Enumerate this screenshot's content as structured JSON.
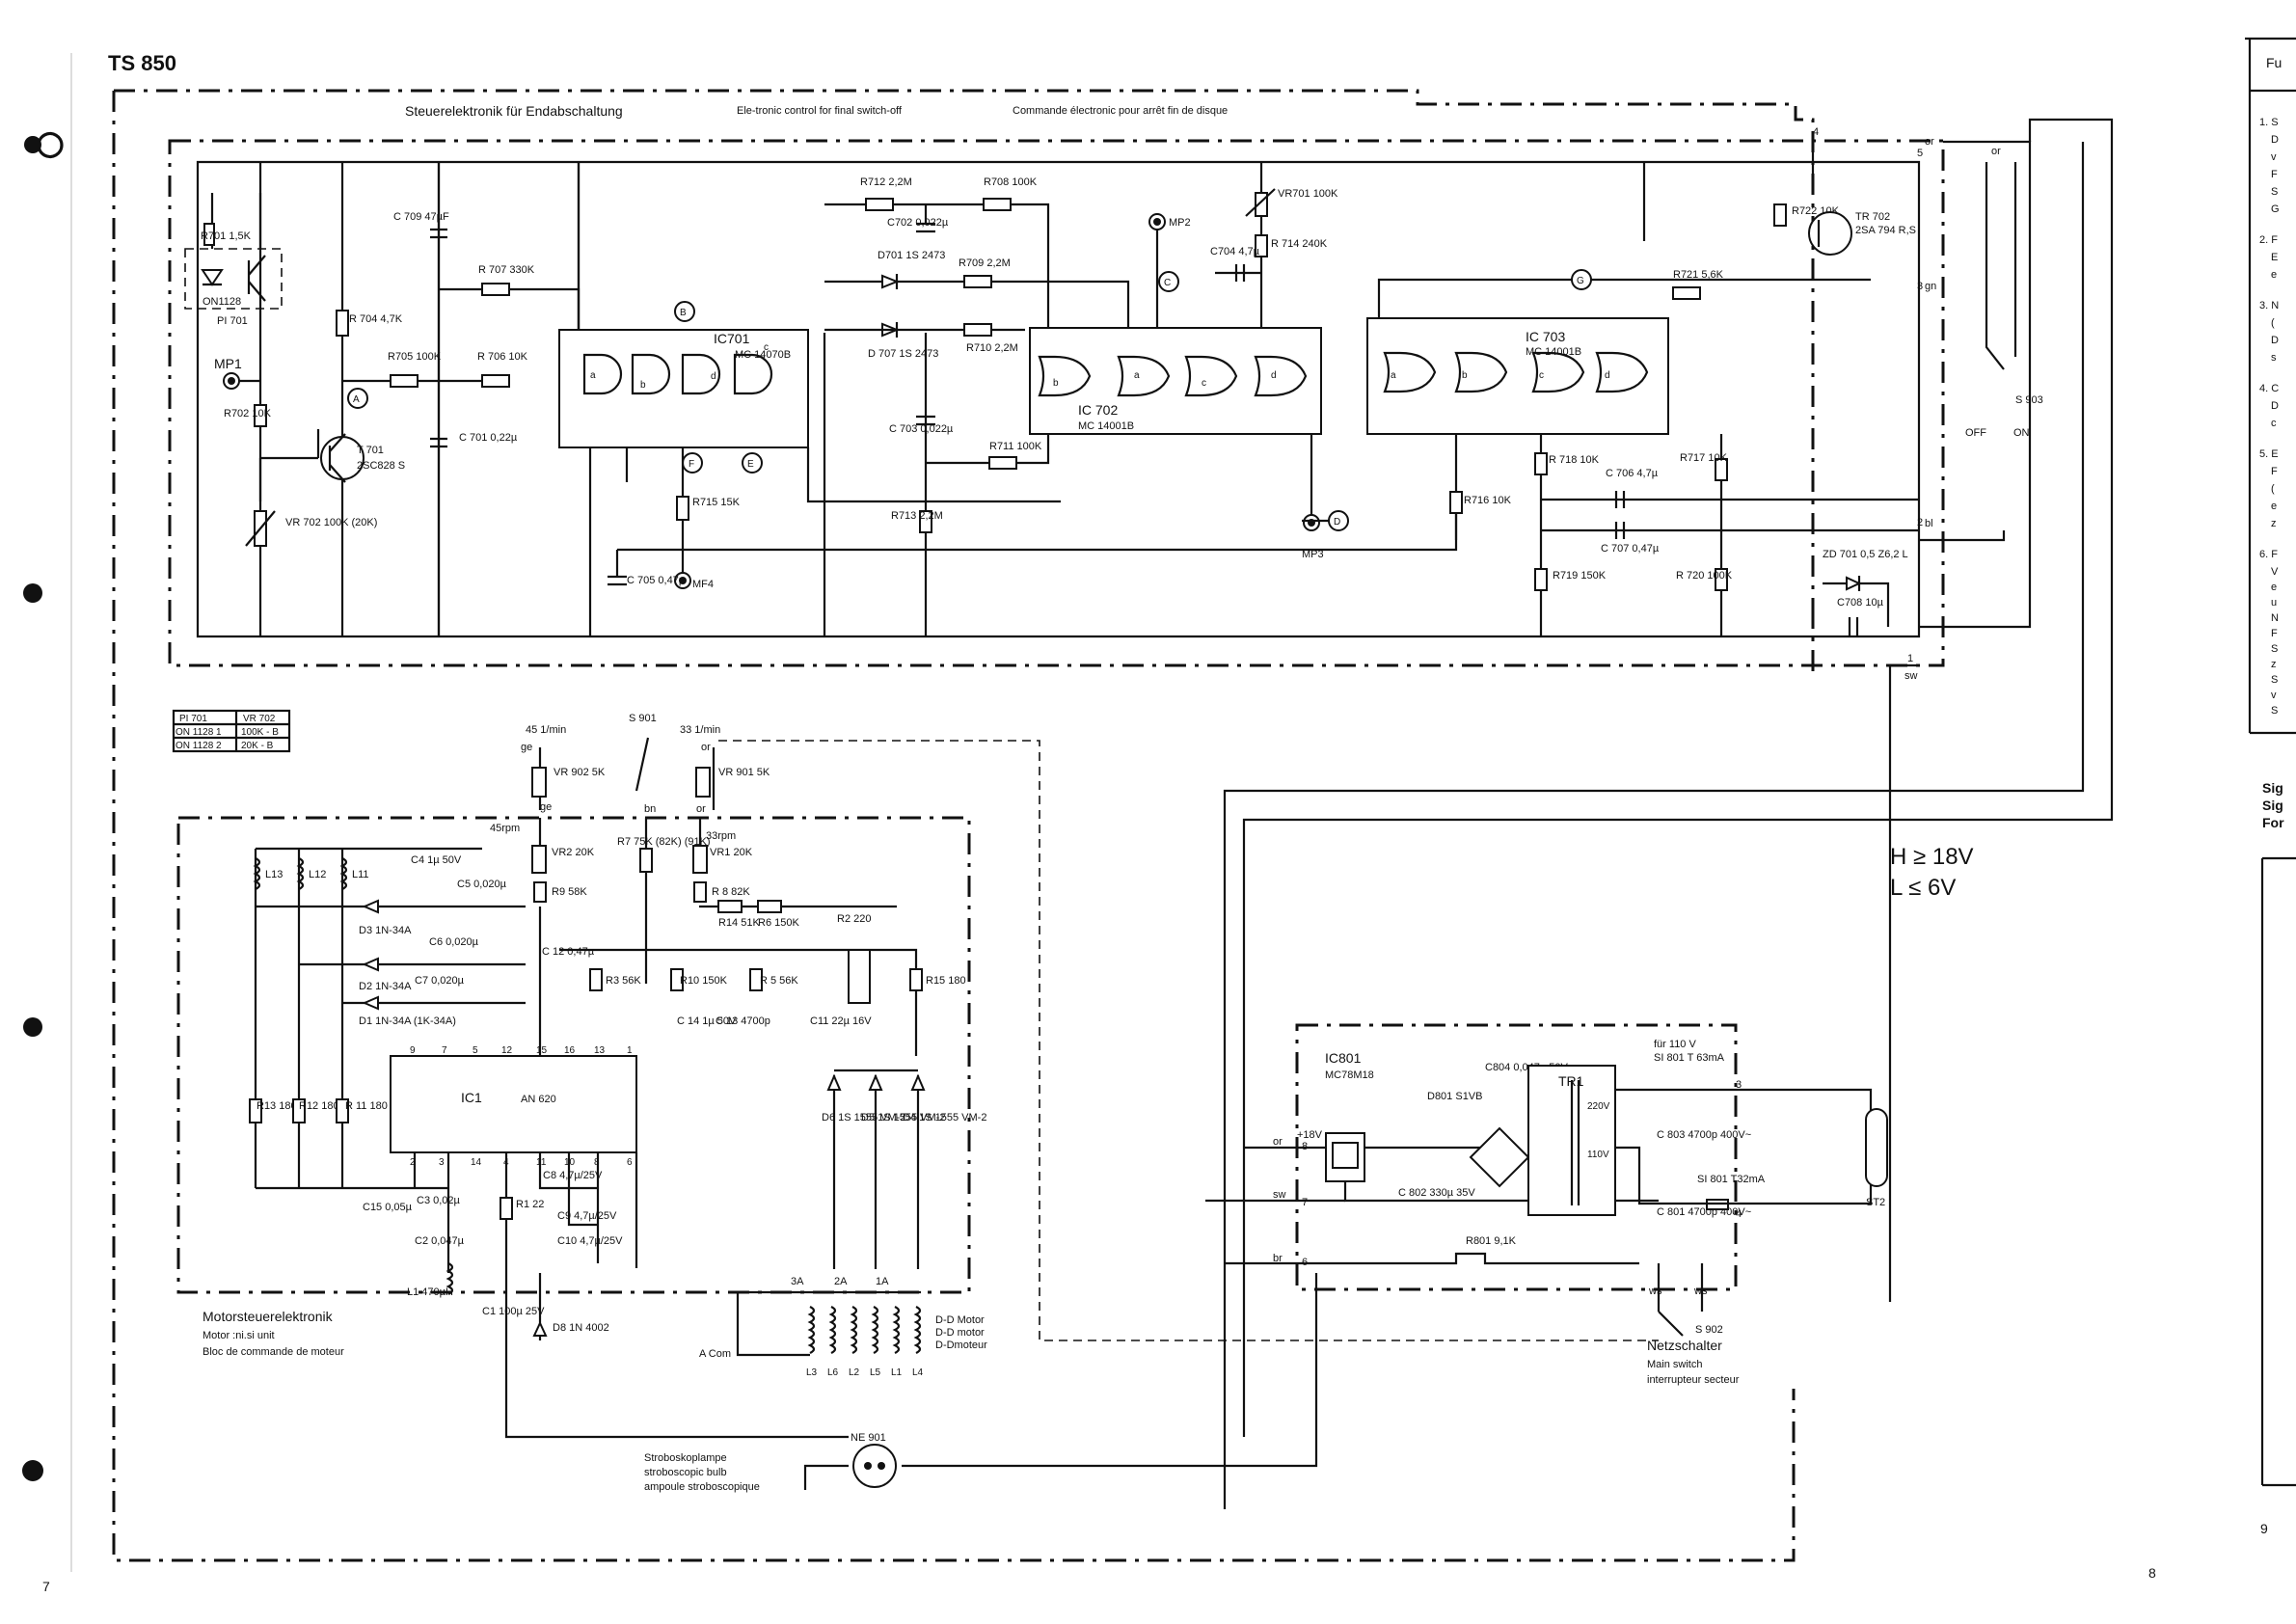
{
  "header": {
    "model": "TS 850",
    "final_switch_off_title_de": "Steuerelektronik für Endabschaltung",
    "final_switch_off_title_en": "Ele-tronic control for final switch-off",
    "final_switch_off_title_fr": "Commande électronic pour arrêt fin de disque"
  },
  "voltage_note": {
    "high": "H ≥ 18V",
    "low": "L ≤ 6V"
  },
  "motor_unit": {
    "title_de": "Motorsteuerelektronik",
    "title_en": "Motor  :ni.si unit",
    "title_fr": "Bloc de commande de moteur"
  },
  "strobe": {
    "ref": "NE 901",
    "label_de": "Stroboskoplampe",
    "label_en": "stroboscopic bulb",
    "label_fr": "ampoule stroboscopique"
  },
  "main_switch": {
    "ref": "S 902",
    "label_de": "Netzschalter",
    "label_en": "Main switch",
    "label_fr": "interrupteur secteur"
  },
  "lookup_table": {
    "headers": [
      "PI 701",
      "VR 702"
    ],
    "rows": [
      [
        "ON 1128 1",
        "100K - B"
      ],
      [
        "ON 1128 2",
        "20K - B"
      ]
    ]
  },
  "ics": {
    "ic701": {
      "ref": "IC701",
      "type": "MC 14070B"
    },
    "ic702": {
      "ref": "IC 702",
      "type": "MC 14001B"
    },
    "ic703": {
      "ref": "IC 703",
      "type": "MC 14001B"
    },
    "ic1": {
      "ref": "IC1",
      "type": "AN 620"
    },
    "ic801": {
      "ref": "IC801",
      "type": "MC78M18"
    },
    "tr1": {
      "ref": "TR1"
    }
  },
  "transistors": {
    "t701": {
      "ref": "T 701",
      "type": "2SC828 S"
    },
    "tr702": {
      "ref": "TR 702",
      "type": "2SA 794 R,S"
    }
  },
  "test_points": {
    "mp1": "MP1",
    "mp2": "MP2",
    "mp3": "MP3",
    "mp4": "MF4",
    "a": "A",
    "b": "B",
    "c": "C",
    "d": "D",
    "e": "E",
    "f": "F",
    "g": "G"
  },
  "optocoupler": {
    "ref": "PI 701",
    "part": "ON1128"
  },
  "parts_final": {
    "r701": "R701 1,5K",
    "r702": "R702 10K",
    "r704": "R 704 4,7K",
    "r705": "R705 100K",
    "r706": "R 706 10K",
    "r707": "R 707 330K",
    "r708": "R708 100K",
    "r709": "R709 2,2M",
    "r710": "R710 2,2M",
    "r711": "R711 100K",
    "r712": "R712 2,2M",
    "r713": "R713 2,2M",
    "r714": "R 714 240K",
    "r715": "R715 15K",
    "r716": "R716 10K",
    "r717": "R717 10K",
    "r718": "R 718 10K",
    "r719": "R719 150K",
    "r720": "R 720 100K",
    "r721": "R721 5,6K",
    "r722": "R722 10K",
    "c701": "C 701 0,22µ",
    "c702": "C702 0,022µ",
    "c703": "C 703 0,022µ",
    "c704": "C704 4,7µ",
    "c705": "C 705 0,47µ",
    "c706": "C 706 4,7µ",
    "c707": "C 707 0,47µ",
    "c708": "C708 10µ",
    "c709": "C 709 47µF",
    "d701": "D701 1S 2473",
    "d707": "D 707 1S 2473",
    "vr701": "VR701 100K",
    "vr702": "VR 702 100K (20K)",
    "zd701": "ZD 701 0,5 Z6,2 L",
    "s903": "S 903",
    "off": "OFF",
    "on": "ON"
  },
  "connector_labels": {
    "or": "or",
    "gn": "gn",
    "bl": "bl",
    "sw": "sw",
    "ge": "ge",
    "bn": "bn",
    "br": "br",
    "ws": "ws",
    "pin1": "1",
    "pin2": "2",
    "pin3": "3",
    "pin4": "4",
    "pin5": "5",
    "pin6": "6",
    "pin7": "7",
    "pin8": "8"
  },
  "speed": {
    "s901": "S 901",
    "rpm45": "45 1/min",
    "rpm33": "33 1/min",
    "vr902": "VR 902 5K",
    "vr901": "VR 901 5K",
    "vr2": "VR2 20K",
    "vr1": "VR1 20K",
    "label45": "45rpm",
    "label33": "33rpm"
  },
  "parts_motor": {
    "l13": "L13",
    "l12": "L12",
    "l11": "L11",
    "c4": "C4 1µ 50V",
    "c5": "C5 0,020µ",
    "c6": "C6 0,020µ",
    "c7": "C7 0,020µ",
    "d3": "D3 1N-34A",
    "d2": "D2 1N-34A",
    "d1": "D1 1N-34A (1K-34A)",
    "r13": "R13 180",
    "r12": "R12 180",
    "r11": "R 11 180",
    "r9": "R9 58K",
    "r7": "R7 75K (82K) (91K)",
    "r8": "R 8 82K",
    "r14": "R14 51K",
    "r6": "R6 150K",
    "r2": "R2 220",
    "r3": "R3 56K",
    "r10": "R10 150K",
    "r5": "R 5 56K",
    "r15": "R15 180",
    "c12": "C 12 0,47µ",
    "c14": "C 14 1µ 50V",
    "c13": "C 13 4700p",
    "c11": "C11 22µ 16V",
    "c15": "C15 0,05µ",
    "c3": "C3 0,02µ",
    "c2": "C2 0,047µ",
    "c8": "C8 4,7µ/25V",
    "c9": "C9 4,7µ/25V",
    "c10": "C10 4,7µ/25V",
    "r1": "R1 22",
    "l1": "L1 470µH",
    "c1": "C1 100µ 25V",
    "d8": "D8 1N 4002",
    "d6": "D6 1S 1555 VM-2",
    "d5": "D5 1S 1555 VM-2",
    "d4": "D4 1S 1555 VM-2"
  },
  "motor_coils": {
    "phases": [
      "3A",
      "2A",
      "1A"
    ],
    "common": "A Com",
    "coils": [
      "L3",
      "L6",
      "L2",
      "L5",
      "L1",
      "L4"
    ],
    "dd_de": "D-D Motor",
    "dd_en": "D-D motor",
    "dd_fr": "D-Dmoteur"
  },
  "ic1_pins_top": [
    "9",
    "7",
    "5",
    "12",
    "15",
    "16",
    "13",
    "1"
  ],
  "ic1_pins_bottom": [
    "2",
    "3",
    "14",
    "4",
    "11",
    "10",
    "8",
    "6"
  ],
  "power": {
    "plus18": "+18V",
    "for110": "für 110 V",
    "si801_top": "SI 801 T 63mA",
    "d801": "D801 S1VB",
    "c802": "C 802 330µ 35V",
    "c804": "C804 0,047µ 50V",
    "c803": "C 803 4700p 400V~",
    "c801": "C 801 4700p 400V~",
    "si801_bottom": "SI 801 T32mA",
    "r801": "R801 9,1K",
    "st2": "ST2",
    "v220": "220V",
    "v110": "110V"
  },
  "page_numbers": {
    "left": "7",
    "middle": "8",
    "right": "9"
  },
  "right_page": {
    "tab": "Fu",
    "items": [
      [
        "1. S",
        "D",
        "v",
        "F",
        "S",
        "G"
      ],
      [
        "2. F",
        "E",
        "e"
      ],
      [
        "3. N",
        "(",
        "D",
        "s"
      ],
      [
        "4. C",
        "D",
        "c"
      ],
      [
        "5. E",
        "F",
        "(",
        "e",
        "z"
      ],
      [
        "6. F",
        "V",
        "e",
        "u",
        "N",
        "F",
        "S",
        "z",
        "S",
        "v",
        "S"
      ]
    ],
    "sig_lines": [
      "Sig",
      "Sig",
      "For"
    ]
  }
}
